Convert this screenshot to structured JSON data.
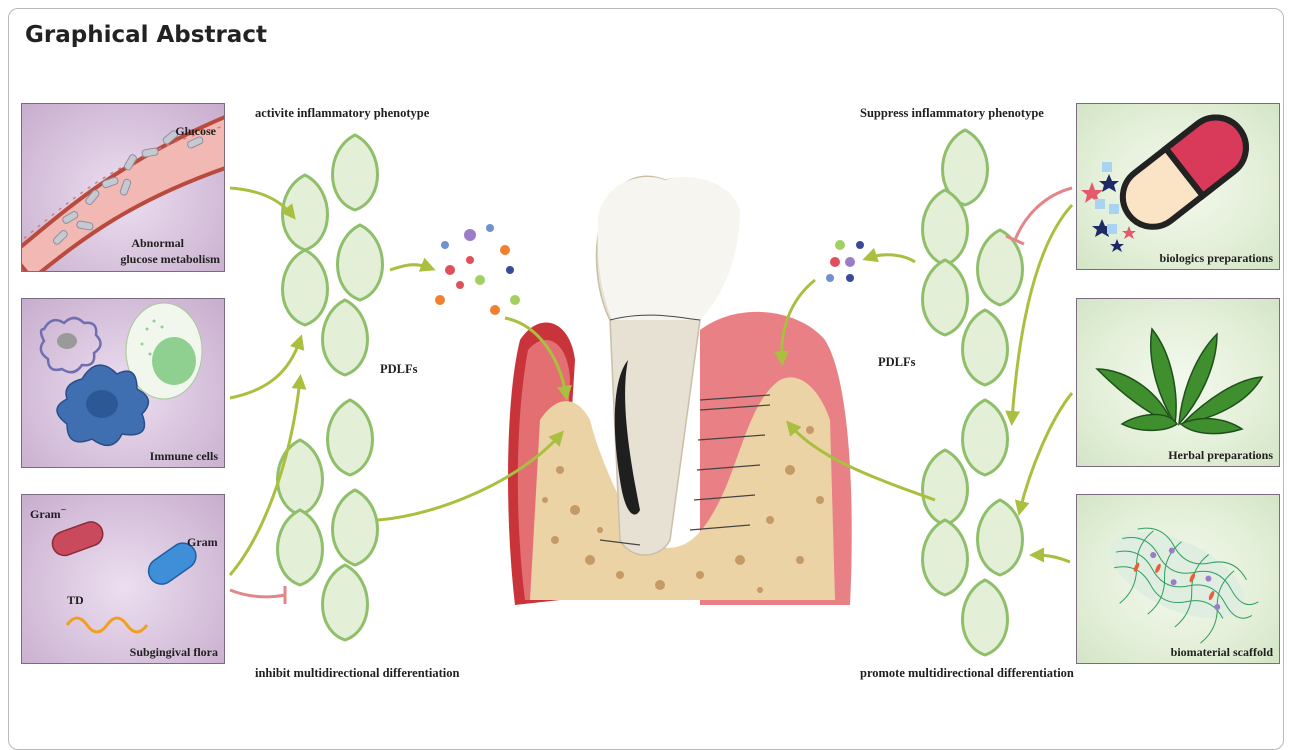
{
  "title": "Graphical Abstract",
  "left_panels": {
    "glucose": {
      "top_label": "Glucose",
      "bottom_label_1": "Abnormal",
      "bottom_label_2": "glucose metabolism"
    },
    "immune": {
      "label": "Immune cells"
    },
    "flora": {
      "gram_neg": "Gram",
      "gram_neg_sign": "−",
      "gram_pos": "Gram",
      "td": "TD",
      "label": "Subgingival flora"
    }
  },
  "right_panels": {
    "biologics": {
      "label": "biologics preparations"
    },
    "herbal": {
      "label": "Herbal preparations"
    },
    "scaffold": {
      "label": "biomaterial scaffold"
    }
  },
  "left_headings": {
    "top": "activite inflammatory phenotype",
    "cells": "PDLFs",
    "bottom": "inhibit multidirectional differentiation"
  },
  "right_headings": {
    "top": "Suppress inflammatory phenotype",
    "cells": "PDLFs",
    "bottom": "promote multidirectional differentiation"
  },
  "colors": {
    "arrow": "#a9bf3f",
    "inhibit": "#e3868a",
    "cell_fill": "#e3efd7",
    "cell_stroke": "#8fbf6a"
  }
}
